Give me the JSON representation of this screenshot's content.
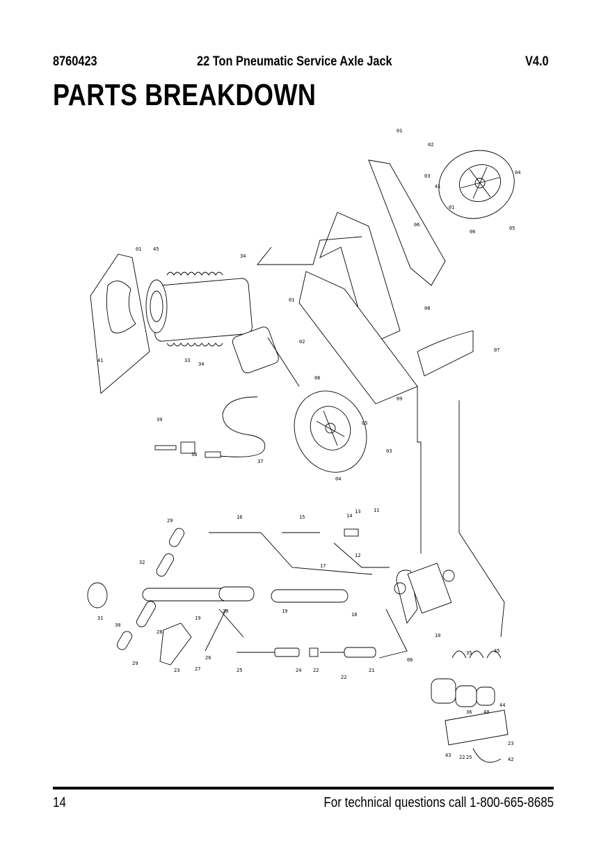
{
  "header": {
    "model": "8760423",
    "product": "22 Ton Pneumatic Service Axle Jack",
    "version": "V4.0"
  },
  "title": "PARTS BREAKDOWN",
  "footer": {
    "page_number": "14",
    "text": "For technical questions call 1-800-665-8685"
  },
  "part_labels": [
    "01",
    "02",
    "03",
    "04",
    "05",
    "06",
    "07",
    "08",
    "09",
    "10",
    "11",
    "12",
    "13",
    "14",
    "15",
    "16",
    "17",
    "18",
    "19",
    "20",
    "21",
    "22",
    "23",
    "24",
    "25",
    "26",
    "27",
    "28",
    "29",
    "30",
    "31",
    "32",
    "33",
    "34",
    "35",
    "36",
    "37",
    "38",
    "39",
    "40",
    "41",
    "42",
    "43",
    "44",
    "45"
  ]
}
